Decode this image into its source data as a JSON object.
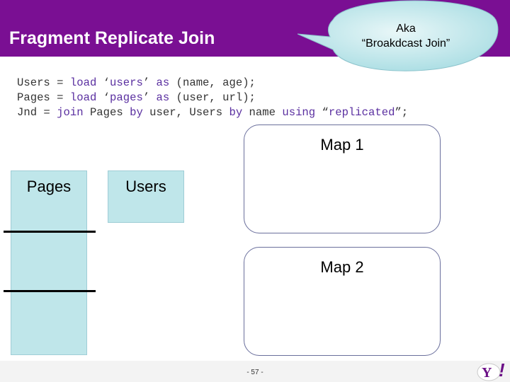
{
  "slide": {
    "title": "Fragment Replicate Join",
    "callout": {
      "line1": "Aka",
      "line2": "“Broakdcast Join”"
    },
    "code_lines": [
      [
        {
          "t": "Users = ",
          "c": "id"
        },
        {
          "t": "load",
          "c": "kw"
        },
        {
          "t": " ‘",
          "c": "id"
        },
        {
          "t": "users",
          "c": "kw"
        },
        {
          "t": "’ ",
          "c": "id"
        },
        {
          "t": "as",
          "c": "kw"
        },
        {
          "t": " (name, age);",
          "c": "id"
        }
      ],
      [
        {
          "t": "Pages = ",
          "c": "id"
        },
        {
          "t": "load",
          "c": "kw"
        },
        {
          "t": " ‘",
          "c": "id"
        },
        {
          "t": "pages",
          "c": "kw"
        },
        {
          "t": "’ ",
          "c": "id"
        },
        {
          "t": "as",
          "c": "kw"
        },
        {
          "t": " (user, url);",
          "c": "id"
        }
      ],
      [
        {
          "t": "Jnd = ",
          "c": "id"
        },
        {
          "t": "join",
          "c": "kw"
        },
        {
          "t": " Pages ",
          "c": "id"
        },
        {
          "t": "by",
          "c": "kw"
        },
        {
          "t": " user, Users ",
          "c": "id"
        },
        {
          "t": "by",
          "c": "kw"
        },
        {
          "t": " name ",
          "c": "id"
        },
        {
          "t": "using",
          "c": "kw"
        },
        {
          "t": " “",
          "c": "id"
        },
        {
          "t": "replicated",
          "c": "kw"
        },
        {
          "t": "”;",
          "c": "id"
        }
      ]
    ],
    "diagram": {
      "pages_label": "Pages",
      "users_label": "Users",
      "map1_label": "Map 1",
      "map2_label": "Map 2"
    },
    "page_number": "- 57 -",
    "logo_text": "Y!"
  },
  "colors": {
    "header_bg": "#7a0f93",
    "table_fill": "#bfe6ea",
    "keyword": "#5a2fa0",
    "map_border": "#6a6f9c",
    "bubble_fill": "#bfe6ea",
    "logo_purple": "#6b0f86"
  }
}
